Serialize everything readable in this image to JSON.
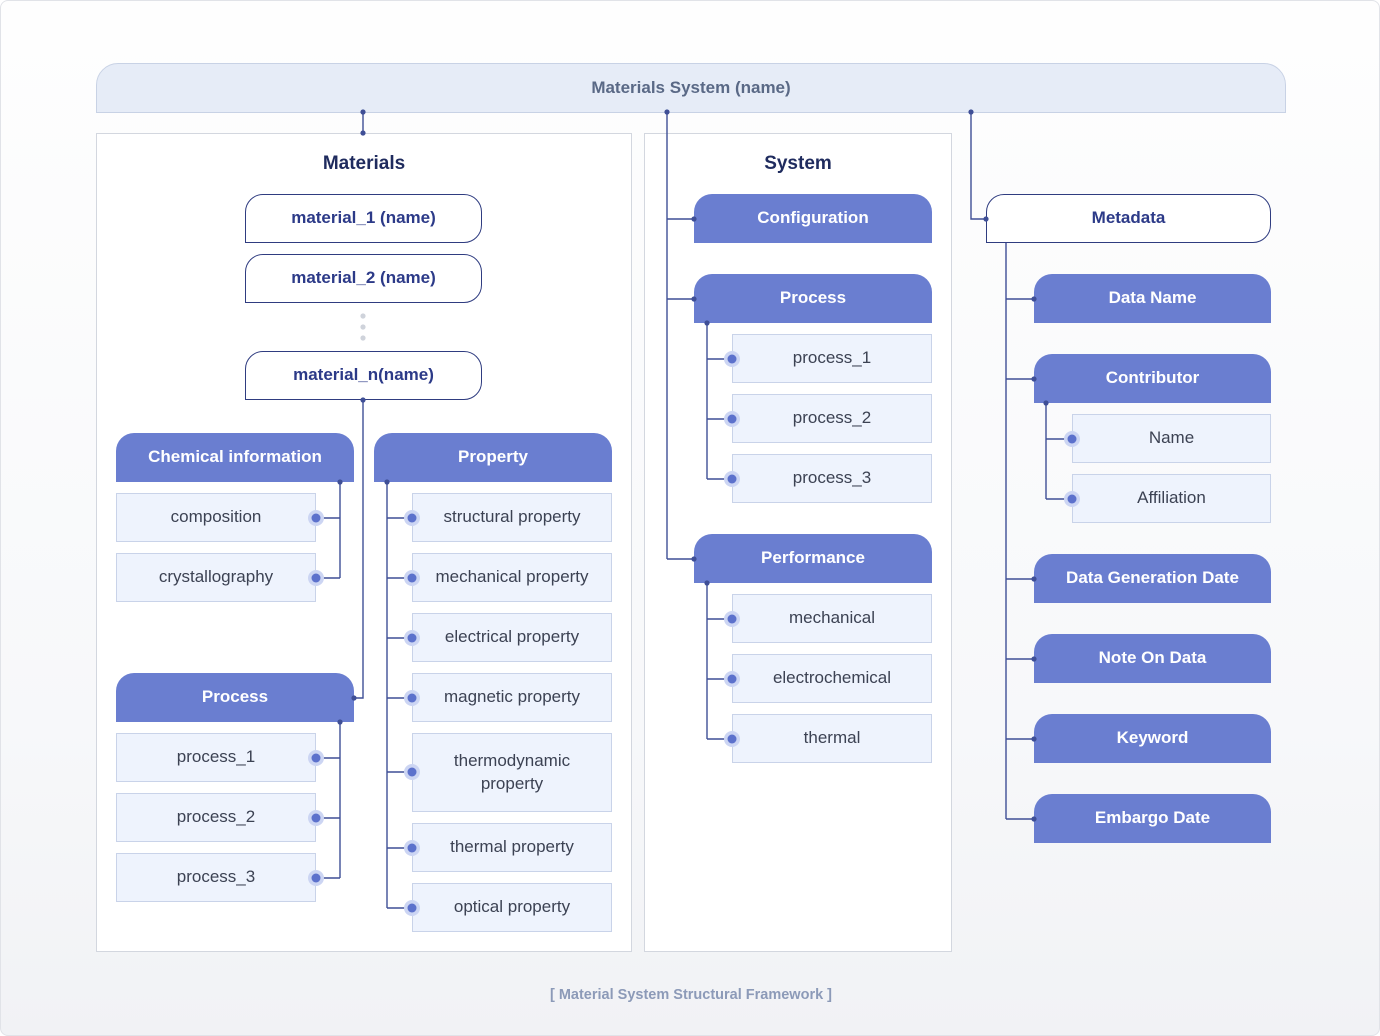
{
  "root": {
    "title": "Materials System (name)"
  },
  "materials": {
    "title": "Materials",
    "material_items": [
      "material_1 (name)",
      "material_2 (name)",
      "material_n(name)"
    ],
    "chemical_information": {
      "header": "Chemical information",
      "items": [
        "composition",
        "crystallography"
      ]
    },
    "process": {
      "header": "Process",
      "items": [
        "process_1",
        "process_2",
        "process_3"
      ]
    },
    "property": {
      "header": "Property",
      "items": [
        "structural property",
        "mechanical property",
        "electrical property",
        "magnetic property",
        "thermodynamic property",
        "thermal property",
        "optical property"
      ]
    }
  },
  "system": {
    "title": "System",
    "configuration": {
      "header": "Configuration"
    },
    "process": {
      "header": "Process",
      "items": [
        "process_1",
        "process_2",
        "process_3"
      ]
    },
    "performance": {
      "header": "Performance",
      "items": [
        "mechanical",
        "electrochemical",
        "thermal"
      ]
    }
  },
  "metadata": {
    "header": "Metadata",
    "data_name": "Data Name",
    "contributor": {
      "header": "Contributor",
      "items": [
        "Name",
        "Affiliation"
      ]
    },
    "data_generation_date": "Data Generation Date",
    "note_on_data": "Note On Data",
    "keyword": "Keyword",
    "embargo_date": "Embargo Date"
  },
  "caption": "[ Material System Structural Framework ]",
  "colors": {
    "header_fill": "#6a7ed0",
    "item_fill": "#eef3fd",
    "connector_line": "#3f4f96",
    "connector_pin": "#5c71cc",
    "title_text": "#1f2b5e",
    "top_bar_fill": "#e6ecf7"
  }
}
